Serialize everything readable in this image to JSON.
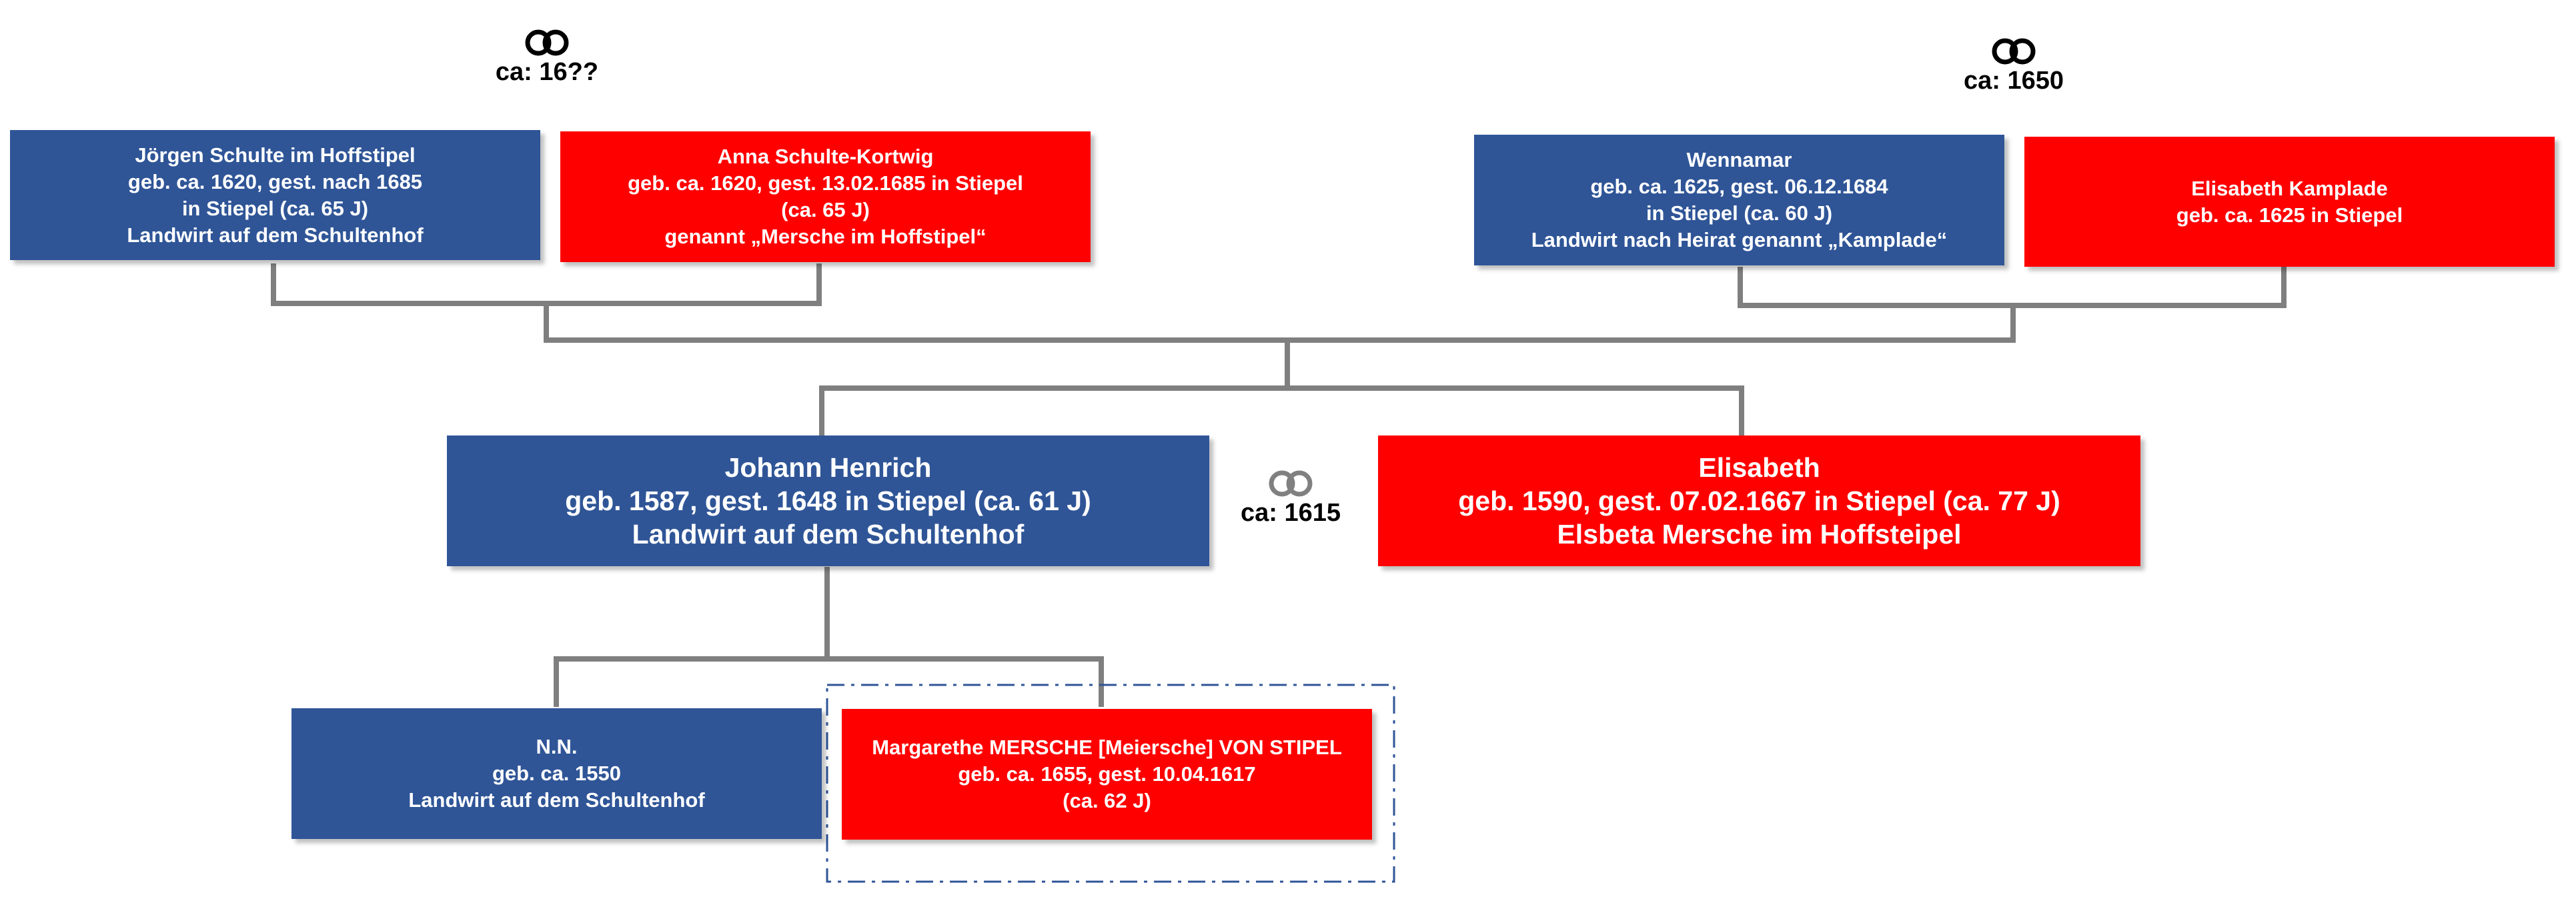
{
  "colors": {
    "male": "#2f5597",
    "female": "#ff0000",
    "connector": "#7f7f7f",
    "dashed_frame": "#2f5597"
  },
  "icons": {
    "marriage": "wedding-rings-icon"
  },
  "grandparents_left": {
    "father": {
      "lines": [
        "Jörgen Schulte im Hoffstipel",
        "geb. ca. 1620, gest. nach 1685",
        "in Stiepel (ca. 65 J)",
        "Landwirt auf dem Schultenhof"
      ]
    },
    "mother": {
      "lines": [
        "Anna Schulte-Kortwig",
        "geb. ca. 1620, gest. 13.02.1685  in Stiepel",
        "(ca. 65 J)",
        "genannt „Mersche im Hoffstipel“"
      ]
    },
    "marriage": {
      "date": "ca: 16??"
    }
  },
  "grandparents_right": {
    "father": {
      "lines": [
        "Wennamar",
        "geb. ca. 1625, gest. 06.12.1684",
        "in Stiepel (ca. 60 J)",
        "Landwirt nach Heirat genannt „Kamplade“"
      ]
    },
    "mother": {
      "lines": [
        "Elisabeth Kamplade",
        "geb. ca. 1625  in Stiepel"
      ]
    },
    "marriage": {
      "date": "ca: 1650"
    }
  },
  "couple": {
    "husband": {
      "lines": [
        "Johann Henrich",
        "geb. 1587, gest. 1648 in Stiepel (ca. 61 J)",
        "Landwirt auf dem Schultenhof"
      ]
    },
    "wife": {
      "lines": [
        "Elisabeth",
        "geb. 1590, gest. 07.02.1667 in Stiepel (ca. 77 J)",
        "Elsbeta Mersche im Hoffsteipel"
      ]
    },
    "marriage": {
      "date": "ca: 1615"
    }
  },
  "children": {
    "son": {
      "lines": [
        "N.N.",
        "geb. ca. 1550",
        "Landwirt auf dem Schultenhof"
      ]
    },
    "daughter": {
      "lines": [
        "Margarethe MERSCHE [Meiersche] VON STIPEL",
        "geb. ca. 1655, gest. 10.04.1617",
        "(ca. 62 J)"
      ]
    }
  }
}
